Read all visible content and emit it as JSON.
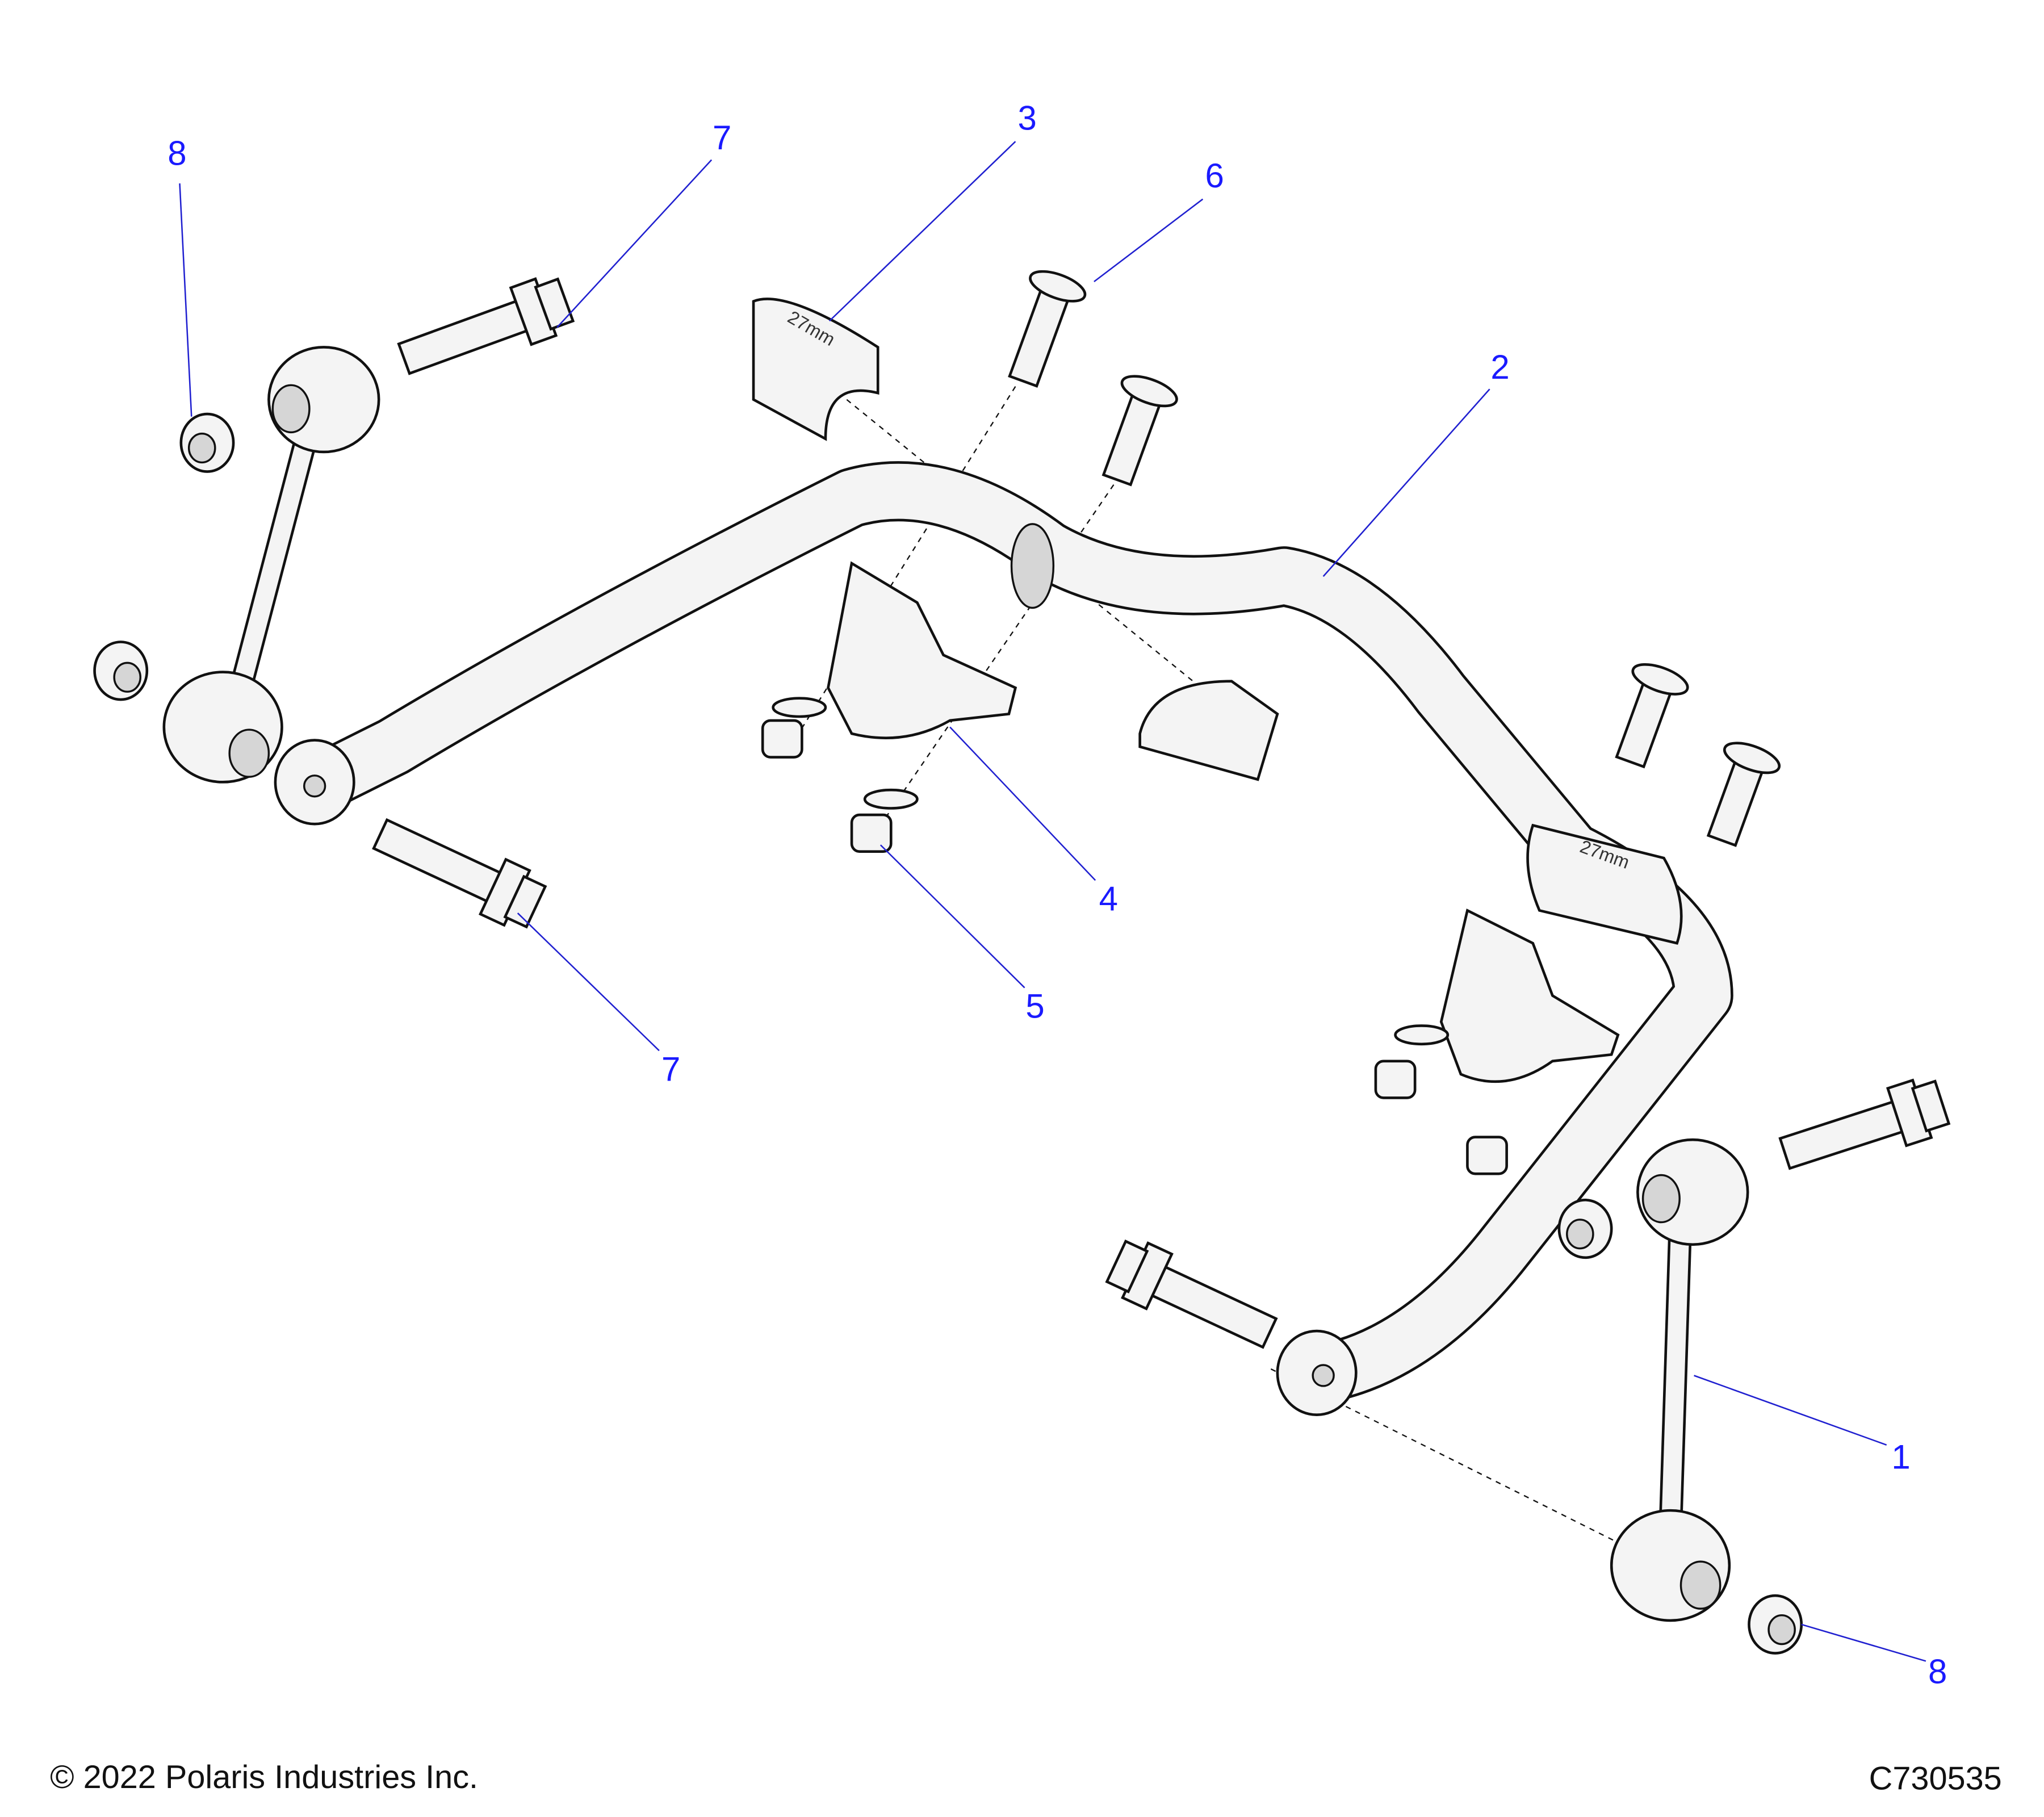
{
  "diagram": {
    "callouts": [
      {
        "label": "8"
      },
      {
        "label": "7"
      },
      {
        "label": "3"
      },
      {
        "label": "6"
      },
      {
        "label": "2"
      },
      {
        "label": "4"
      },
      {
        "label": "5"
      },
      {
        "label": "7"
      },
      {
        "label": "1"
      },
      {
        "label": "8"
      }
    ],
    "bushing_marking": "27mm"
  },
  "footer": {
    "copyright": "© 2022 Polaris Industries Inc.",
    "drawing_number": "C730535"
  },
  "colors": {
    "callout": "#1a1aff",
    "line_art": "#111111"
  }
}
